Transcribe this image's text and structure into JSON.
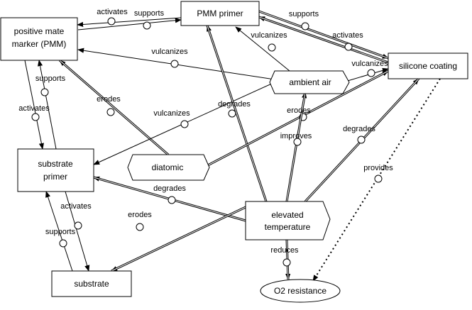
{
  "nodes": {
    "pmm": [
      "positive mate",
      "marker (PMM)"
    ],
    "pmm_primer": [
      "PMM primer"
    ],
    "silicone": [
      "silicone coating"
    ],
    "ambient": [
      "ambient air"
    ],
    "substrate_primer": [
      "substrate",
      "primer"
    ],
    "diatomic": [
      "diatomic"
    ],
    "elevated": [
      "elevated",
      "temperature"
    ],
    "substrate": [
      "substrate"
    ],
    "o2": [
      "O2 resistance"
    ]
  },
  "edges": {
    "e1": "activates",
    "e2": "supports",
    "e3": "supports",
    "e4": "activates",
    "e5": "vulcanizes",
    "e6": "vulcanizes",
    "e7": "vulcanizes",
    "e8": "supports",
    "e9": "activates",
    "e10": "erodes",
    "e11": "vulcanizes",
    "e12": "degrades",
    "e13": "erodes",
    "e14": "improves",
    "e15": "degrades",
    "e16": "provides",
    "e17": "degrades",
    "e18": "erodes",
    "e19": "activates",
    "e20": "supports",
    "e21": "reduces"
  }
}
